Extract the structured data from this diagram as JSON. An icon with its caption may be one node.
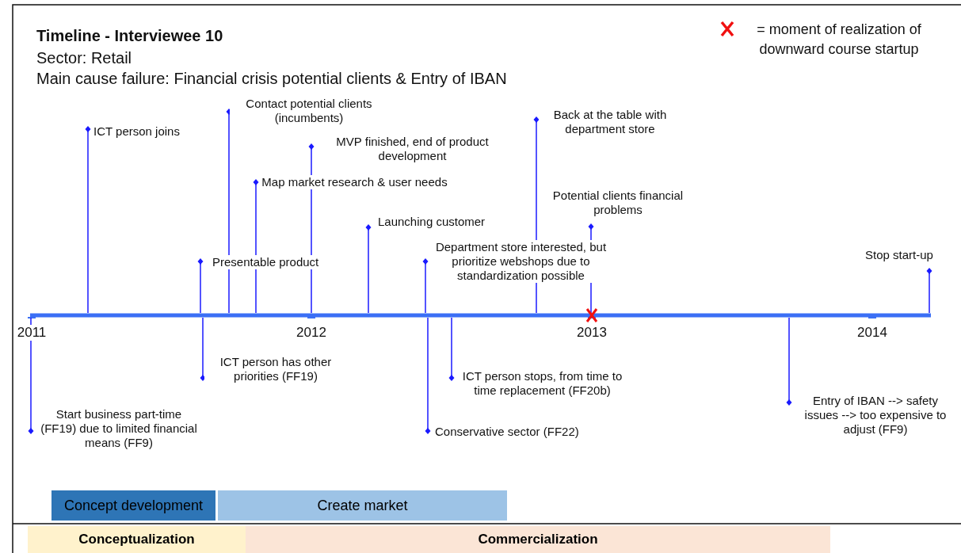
{
  "diagram": {
    "title": "Timeline - Interviewee 10",
    "nodes": [
      {
        "text": [
          "Concept development"
        ]
      },
      {
        "text": [
          "Create market"
        ]
      },
      {
        "text": [
          "Conceptualization"
        ]
      },
      {
        "text": [
          "Commercialization"
        ]
      }
    ],
    "labels": [
      "Sector: Retail",
      "Main cause failure: Financial crisis potential clients & Entry of IBAN",
      "Contact potential clients (incumbents)",
      "Back at the table with department store",
      "ICT person joins",
      "MVP finished, end of product development",
      "Map market research & user needs",
      "Potential clients financial problems",
      "Launching customer",
      "Department store interested, but prioritize webshops due to standardization possible",
      "Presentable product",
      "Stop start-up",
      "2011",
      "2012",
      "2013",
      "2014",
      "ICT person has other priorities (FF19)",
      "ICT person stops, from time to time replacement (FF20b)",
      "Start business part-time (FF19) due to limited financial means (FF9)",
      "Conservative sector (FF22)",
      "Entry of IBAN --> safety issues --> too expensive to adjust (FF9)"
    ],
    "legend": [
      {
        "text": "= moment of realization of downward course startup"
      }
    ]
  }
}
